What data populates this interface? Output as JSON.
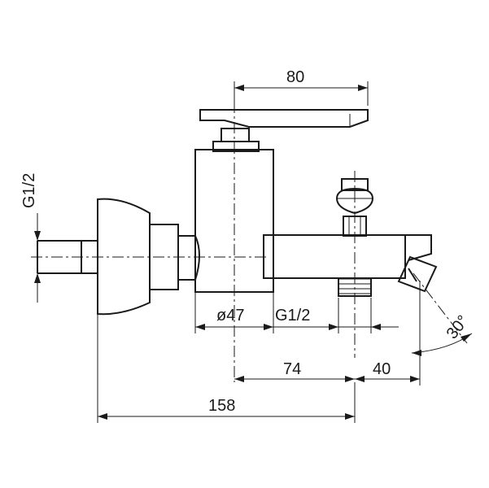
{
  "dimensions": {
    "top_width": "80",
    "inlet_thread": "G1/2",
    "body_diameter": "ø47",
    "outlet_thread": "G1/2",
    "handle_offset": "74",
    "spout_offset": "40",
    "total_length": "158",
    "spout_angle": "30°"
  }
}
